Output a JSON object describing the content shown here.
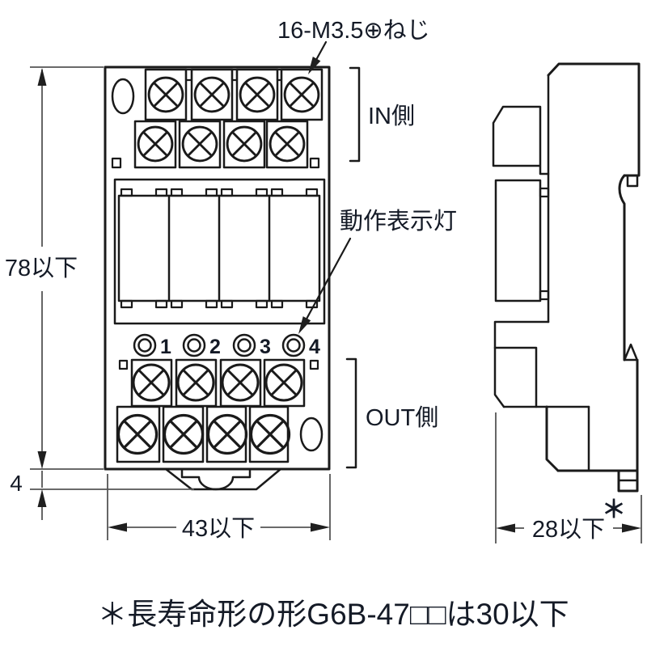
{
  "drawing": {
    "screw_label": "16-M3.5⊕ねじ",
    "indicator_label": "動作表示灯",
    "in_label": "IN側",
    "out_label": "OUT側",
    "indicator_numbers": [
      "1",
      "2",
      "3",
      "4"
    ],
    "dim_height": "78以下",
    "dim_latch": "4",
    "dim_width": "43以下",
    "dim_depth": "28以下",
    "asterisk": "＊",
    "footnote": "＊長寿命形の形G6B-47□□は30以下",
    "colors": {
      "line": "#1a1a1a",
      "dimension": "#555555",
      "text": "#141a26",
      "background": "#ffffff"
    }
  }
}
